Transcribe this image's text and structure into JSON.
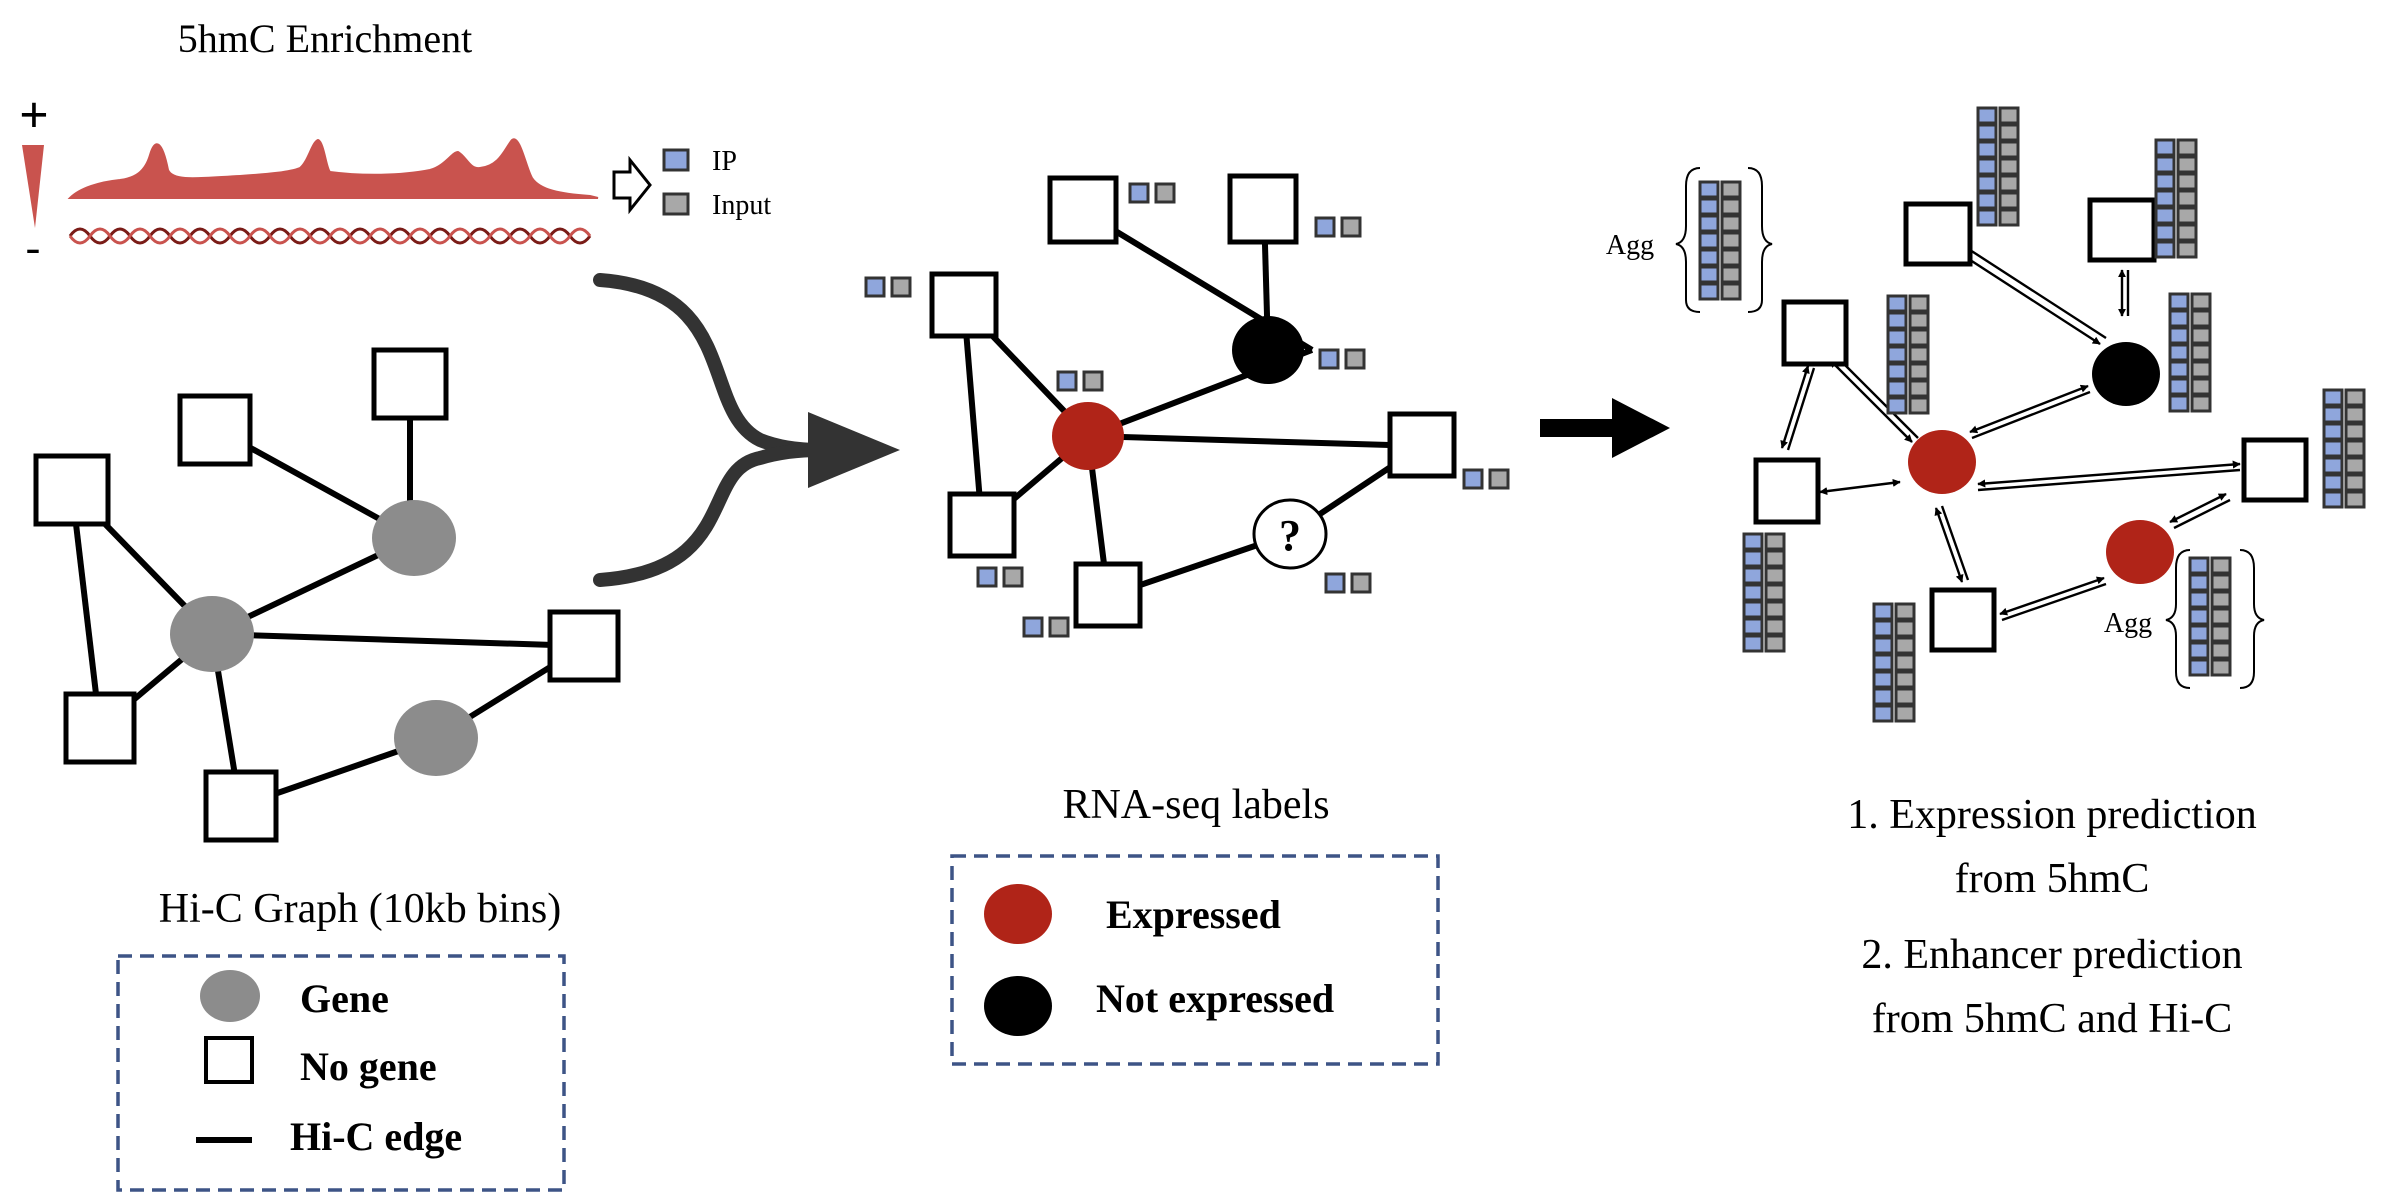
{
  "enrichment": {
    "title": "5hmC Enrichment",
    "plus": "+",
    "minus": "-",
    "legend": {
      "ip": "IP",
      "input": "Input"
    }
  },
  "hic": {
    "caption": "Hi-C Graph (10kb bins)",
    "legend": {
      "gene": "Gene",
      "no_gene": "No gene",
      "edge": "Hi-C edge"
    }
  },
  "rnaseq": {
    "caption": "RNA-seq labels",
    "unknown_mark": "?",
    "legend": {
      "expressed": "Expressed",
      "not_expressed": "Not expressed"
    }
  },
  "gnn": {
    "agg_label": "Agg",
    "outcomes": [
      "1. Expression prediction",
      "from 5hmC",
      "2. Enhancer prediction",
      "from 5hmC and Hi-C"
    ]
  },
  "colors": {
    "gene": "#8c8c8c",
    "expressed": "#b02418",
    "not_expressed": "#000000",
    "ip_feature": "#8fa6dc",
    "input_feature": "#a8a8a8",
    "signal": "#c9534e",
    "legend_border": "#3d5486"
  }
}
